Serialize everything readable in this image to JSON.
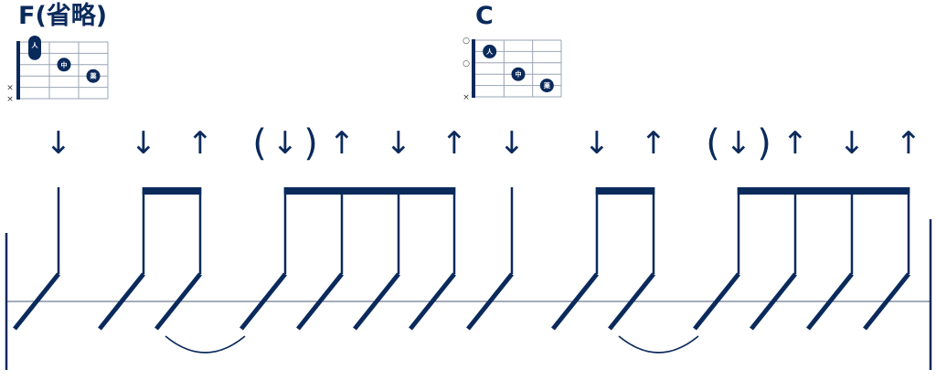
{
  "chords": [
    {
      "name": "F(省略)",
      "left_marks": [
        "",
        "",
        "",
        "",
        "×",
        "×"
      ],
      "barre_finger": "人",
      "dots": [
        {
          "string": 3,
          "fret": 2,
          "label": "中"
        },
        {
          "string": 4,
          "fret": 3,
          "label": "薬"
        }
      ]
    },
    {
      "name": "C",
      "left_marks": [
        "○",
        "",
        "○",
        "",
        "",
        "×"
      ],
      "dots": [
        {
          "string": 2,
          "fret": 1,
          "label": "人"
        },
        {
          "string": 4,
          "fret": 2,
          "label": "中"
        },
        {
          "string": 5,
          "fret": 3,
          "label": "薬"
        }
      ]
    }
  ],
  "strokes": [
    {
      "dir": "down",
      "ghost": false
    },
    {
      "dir": "down",
      "ghost": false
    },
    {
      "dir": "up",
      "ghost": false
    },
    {
      "dir": "down",
      "ghost": true
    },
    {
      "dir": "up",
      "ghost": false
    },
    {
      "dir": "down",
      "ghost": false
    },
    {
      "dir": "up",
      "ghost": false
    },
    {
      "dir": "down",
      "ghost": false
    },
    {
      "dir": "down",
      "ghost": false
    },
    {
      "dir": "up",
      "ghost": false
    },
    {
      "dir": "down",
      "ghost": true
    },
    {
      "dir": "up",
      "ghost": false
    },
    {
      "dir": "down",
      "ghost": false
    },
    {
      "dir": "up",
      "ghost": false
    }
  ],
  "glyphs": {
    "down": "↓",
    "up": "↑",
    "paren_open": "(",
    "paren_close": ")"
  },
  "colors": {
    "ink": "#0b2a5c",
    "grid": "#9aa4b3",
    "line": "#4a5a74"
  }
}
